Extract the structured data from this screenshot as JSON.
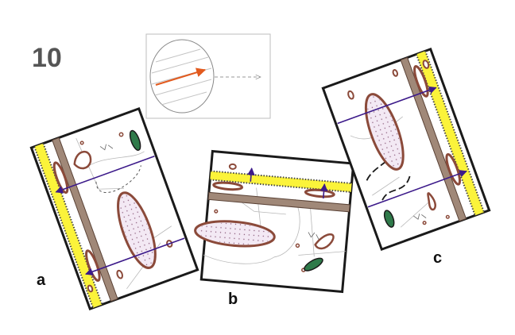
{
  "figure": {
    "number": "10",
    "panel_labels": {
      "a": "a",
      "b": "b",
      "c": "c"
    }
  },
  "colors": {
    "frame": "#1a1a1a",
    "wall": "#a08878",
    "wall_border": "#5a4236",
    "inclusion": "#8b4a3a",
    "inclusion_fill": "#f3e9f4",
    "stripe": "#fbf33a",
    "stripe_dots": "#444444",
    "arrow": "#3c1a8a",
    "chloroplast": "#2f7a4a",
    "key_arrow": "#e25a1e",
    "key_dashed": "#999999",
    "faint_lines": "#b8b8b8"
  },
  "icons": [
    "direction-key-icon",
    "arrow-icon",
    "chloroplast-icon",
    "vacuole-icon"
  ]
}
